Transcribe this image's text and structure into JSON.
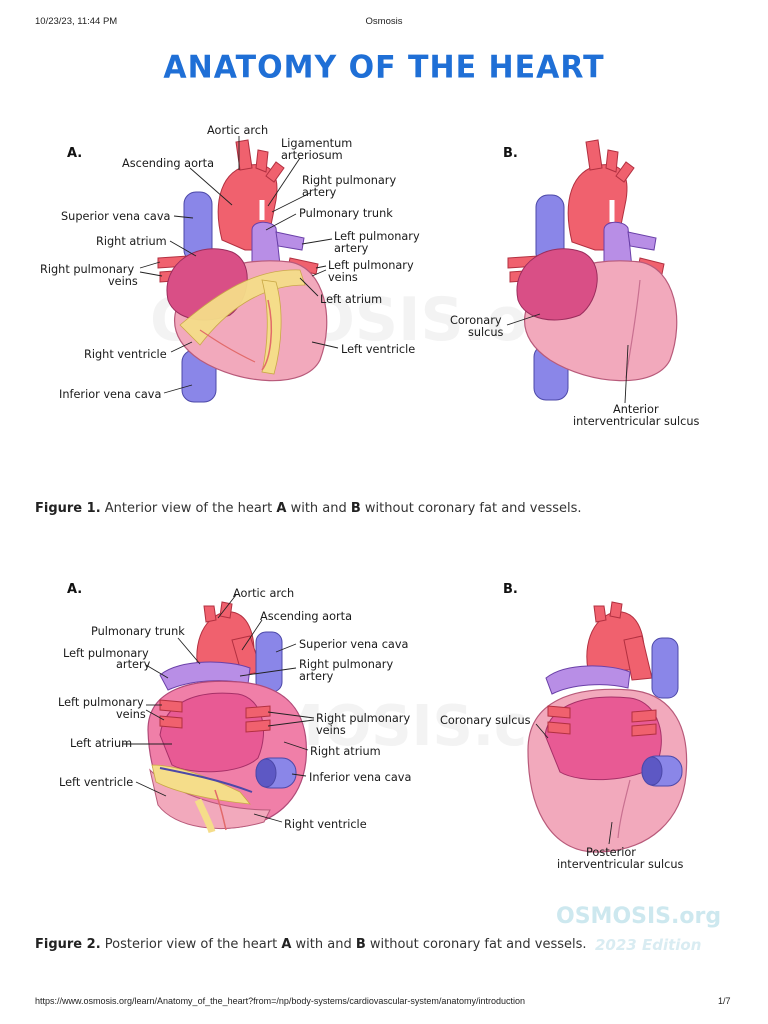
{
  "header": {
    "datetime": "10/23/23, 11:44 PM",
    "site": "Osmosis"
  },
  "title": "ANATOMY OF THE HEART",
  "figure1": {
    "panel_a": "A.",
    "panel_b": "B.",
    "labels_a": {
      "aortic_arch": "Aortic arch",
      "ligamentum_1": "Ligamentum",
      "ligamentum_2": "arteriosum",
      "ascending_aorta": "Ascending aorta",
      "right_pulm_artery_1": "Right pulmonary",
      "right_pulm_artery_2": "artery",
      "superior_vena_cava": "Superior vena cava",
      "pulmonary_trunk": "Pulmonary trunk",
      "right_atrium": "Right atrium",
      "left_pulm_artery_1": "Left pulmonary",
      "left_pulm_artery_2": "artery",
      "right_pulm_veins_1": "Right pulmonary",
      "right_pulm_veins_2": "veins",
      "left_pulm_veins_1": "Left pulmonary",
      "left_pulm_veins_2": "veins",
      "left_atrium": "Left atrium",
      "right_ventricle": "Right ventricle",
      "left_ventricle": "Left ventricle",
      "inferior_vena_cava": "Inferior vena cava"
    },
    "labels_b": {
      "coronary_sulcus_1": "Coronary",
      "coronary_sulcus_2": "sulcus",
      "anterior_sulcus_1": "Anterior",
      "anterior_sulcus_2": "interventricular sulcus"
    },
    "caption": {
      "label": "Figure 1.",
      "t1": " Anterior view of the heart ",
      "a": "A",
      "t2": " with and ",
      "b": "B",
      "t3": " without coronary fat and vessels."
    }
  },
  "figure2": {
    "panel_a": "A.",
    "panel_b": "B.",
    "labels_a": {
      "aortic_arch": "Aortic arch",
      "ascending_aorta": "Ascending aorta",
      "pulmonary_trunk": "Pulmonary trunk",
      "superior_vena_cava": "Superior vena cava",
      "left_pulm_artery_1": "Left pulmonary",
      "left_pulm_artery_2": "artery",
      "right_pulm_artery_1": "Right pulmonary",
      "right_pulm_artery_2": "artery",
      "left_pulm_veins_1": "Left pulmonary",
      "left_pulm_veins_2": "veins",
      "right_pulm_veins_1": "Right pulmonary",
      "right_pulm_veins_2": "veins",
      "left_atrium": "Left atrium",
      "right_atrium": "Right atrium",
      "inferior_vena_cava": "Inferior vena cava",
      "left_ventricle": "Left ventricle",
      "right_ventricle": "Right ventricle"
    },
    "labels_b": {
      "coronary_sulcus": "Coronary sulcus",
      "posterior_sulcus_1": "Posterior",
      "posterior_sulcus_2": "interventricular sulcus"
    },
    "caption": {
      "label": "Figure 2.",
      "t1": " Posterior view of the heart ",
      "a": "A",
      "t2": " with and ",
      "b": "B",
      "t3": " without coronary fat and vessels."
    }
  },
  "watermark": {
    "brand": "OSMOSIS.org",
    "edition": "2023 Edition"
  },
  "footer": {
    "url": "https://www.osmosis.org/learn/Anatomy_of_the_heart?from=/np/body-systems/cardiovascular-system/anatomy/introduction",
    "page": "1/7"
  },
  "colors": {
    "title": "#1f6fd6",
    "vein": "#8a86e8",
    "artery": "#f0616e",
    "pulmonary": "#b88ee6",
    "muscle": "#f2a9bc",
    "atrium": "#d94f86",
    "fat": "#f5dd8a"
  }
}
